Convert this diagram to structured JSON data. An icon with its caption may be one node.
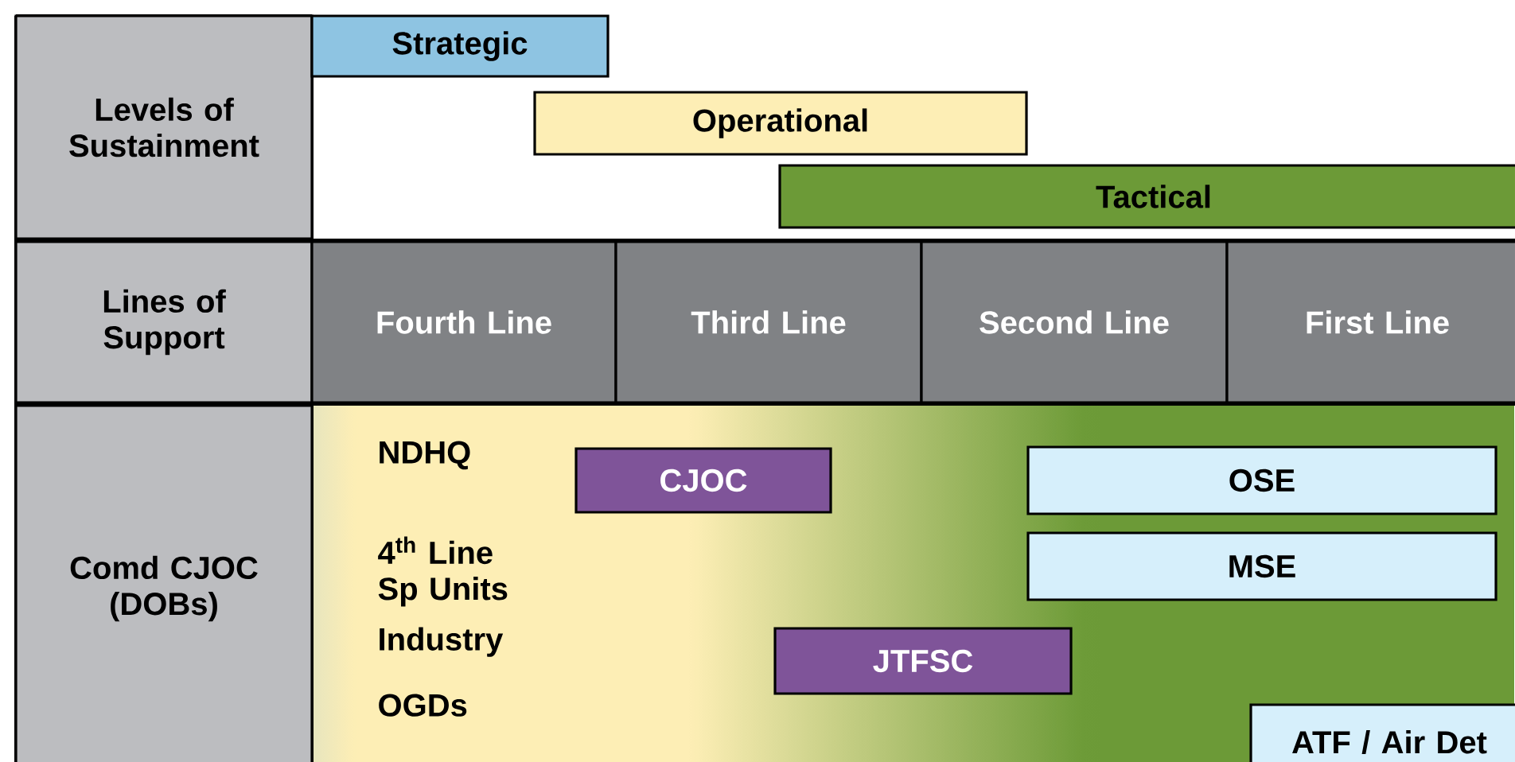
{
  "diagram": {
    "nodes": [
      {
        "text": [
          "Levels of Sustainment"
        ]
      },
      {
        "text": [
          "Strategic"
        ]
      },
      {
        "text": [
          "Operational"
        ]
      },
      {
        "text": [
          "Tactical"
        ]
      },
      {
        "text": [
          "Lines of Support"
        ]
      },
      {
        "text": [
          "Fourth Line"
        ]
      },
      {
        "text": [
          "Third Line"
        ]
      },
      {
        "text": [
          "Second Line"
        ]
      },
      {
        "text": [
          "First Line"
        ]
      },
      {
        "text": [
          "Comd CJOC (DOBs)"
        ]
      },
      {
        "text": [
          "CJOC"
        ]
      },
      {
        "text": [
          "OSE"
        ]
      },
      {
        "text": [
          "MSE"
        ]
      },
      {
        "text": [
          "JTFSC"
        ]
      },
      {
        "text": [
          "ATF / Air Det"
        ]
      }
    ],
    "labels": [
      "NDHQ",
      "4$^{th}$ Line Sp Units",
      "Industry",
      "OGDs"
    ]
  }
}
